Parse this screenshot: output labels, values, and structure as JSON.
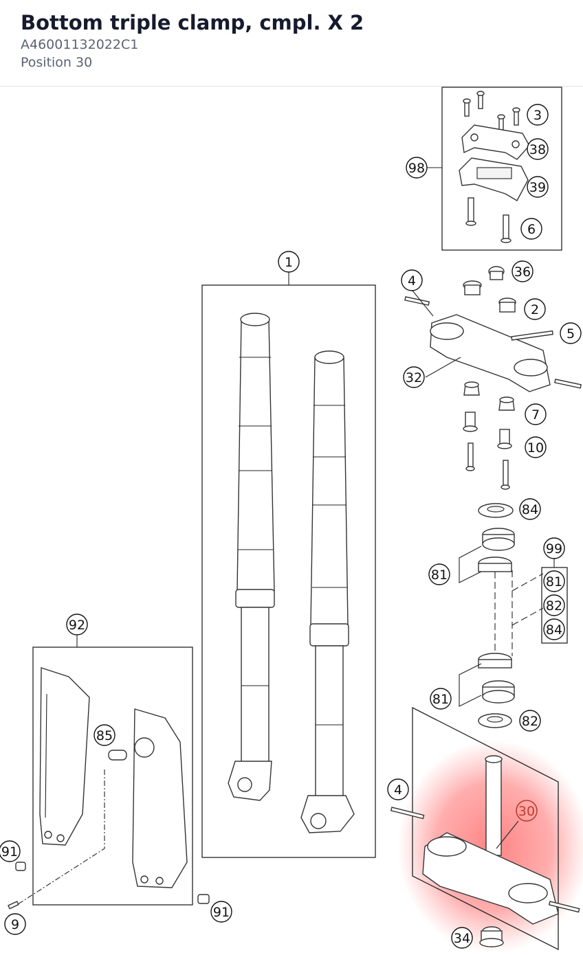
{
  "header": {
    "title": "Bottom triple clamp, cmpl. X 2",
    "part_number": "A46001132022C1",
    "position": "Position 30"
  },
  "diagram": {
    "highlight_color": "#ff6b6b",
    "highlighted_callout": "30",
    "callouts": {
      "c3": "3",
      "c38": "38",
      "c98": "98",
      "c39": "39",
      "c6": "6",
      "c1": "1",
      "c4a": "4",
      "c36": "36",
      "c2": "2",
      "c5": "5",
      "c32": "32",
      "c7": "7",
      "c10": "10",
      "c84a": "84",
      "c99": "99",
      "c81a": "81",
      "c81b": "81",
      "c82a": "82",
      "c84b": "84",
      "c92": "92",
      "c81c": "81",
      "c82b": "82",
      "c85": "85",
      "c4b": "4",
      "c30": "30",
      "c91a": "91",
      "c91b": "91",
      "c9": "9",
      "c34": "34"
    }
  }
}
